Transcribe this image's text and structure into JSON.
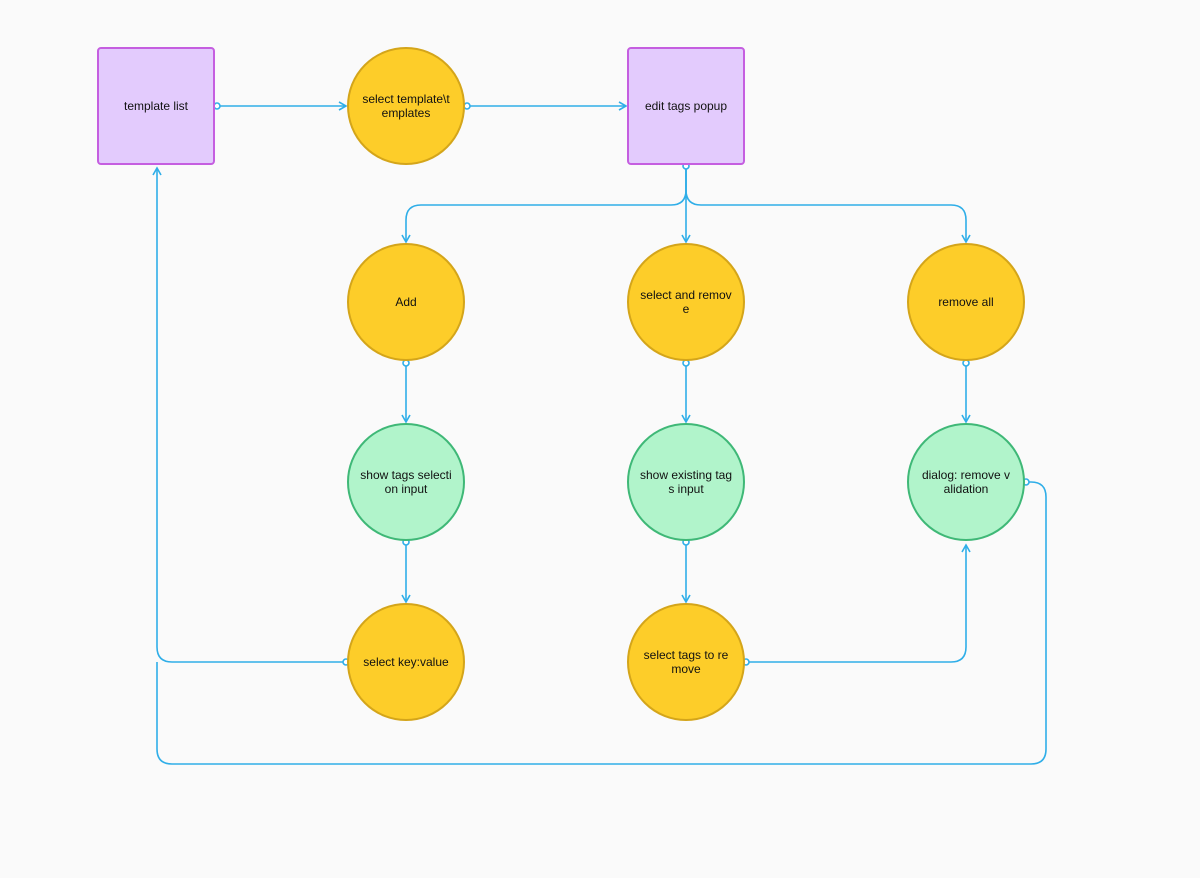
{
  "nodes": {
    "template_list": "template list",
    "select_templates": "select template\\templates",
    "edit_tags_popup": "edit tags popup",
    "add": "Add",
    "select_and_remove": "select and remove",
    "remove_all": "remove all",
    "show_tags_selection_input": "show tags selection input",
    "show_existing_tags_input": "show existing tags input",
    "dialog_remove_validation": "dialog: remove validation",
    "select_key_value": "select key:value",
    "select_tags_to_remove": "select tags to remove"
  },
  "colors": {
    "connector": "#2faee8",
    "square_fill": "#e3cbfd",
    "square_border": "#c55ee0",
    "yellow_fill": "#fdcd29",
    "yellow_border": "#d4a51a",
    "green_fill": "#b1f4cb",
    "green_border": "#3fb877",
    "background": "#fafafa"
  }
}
